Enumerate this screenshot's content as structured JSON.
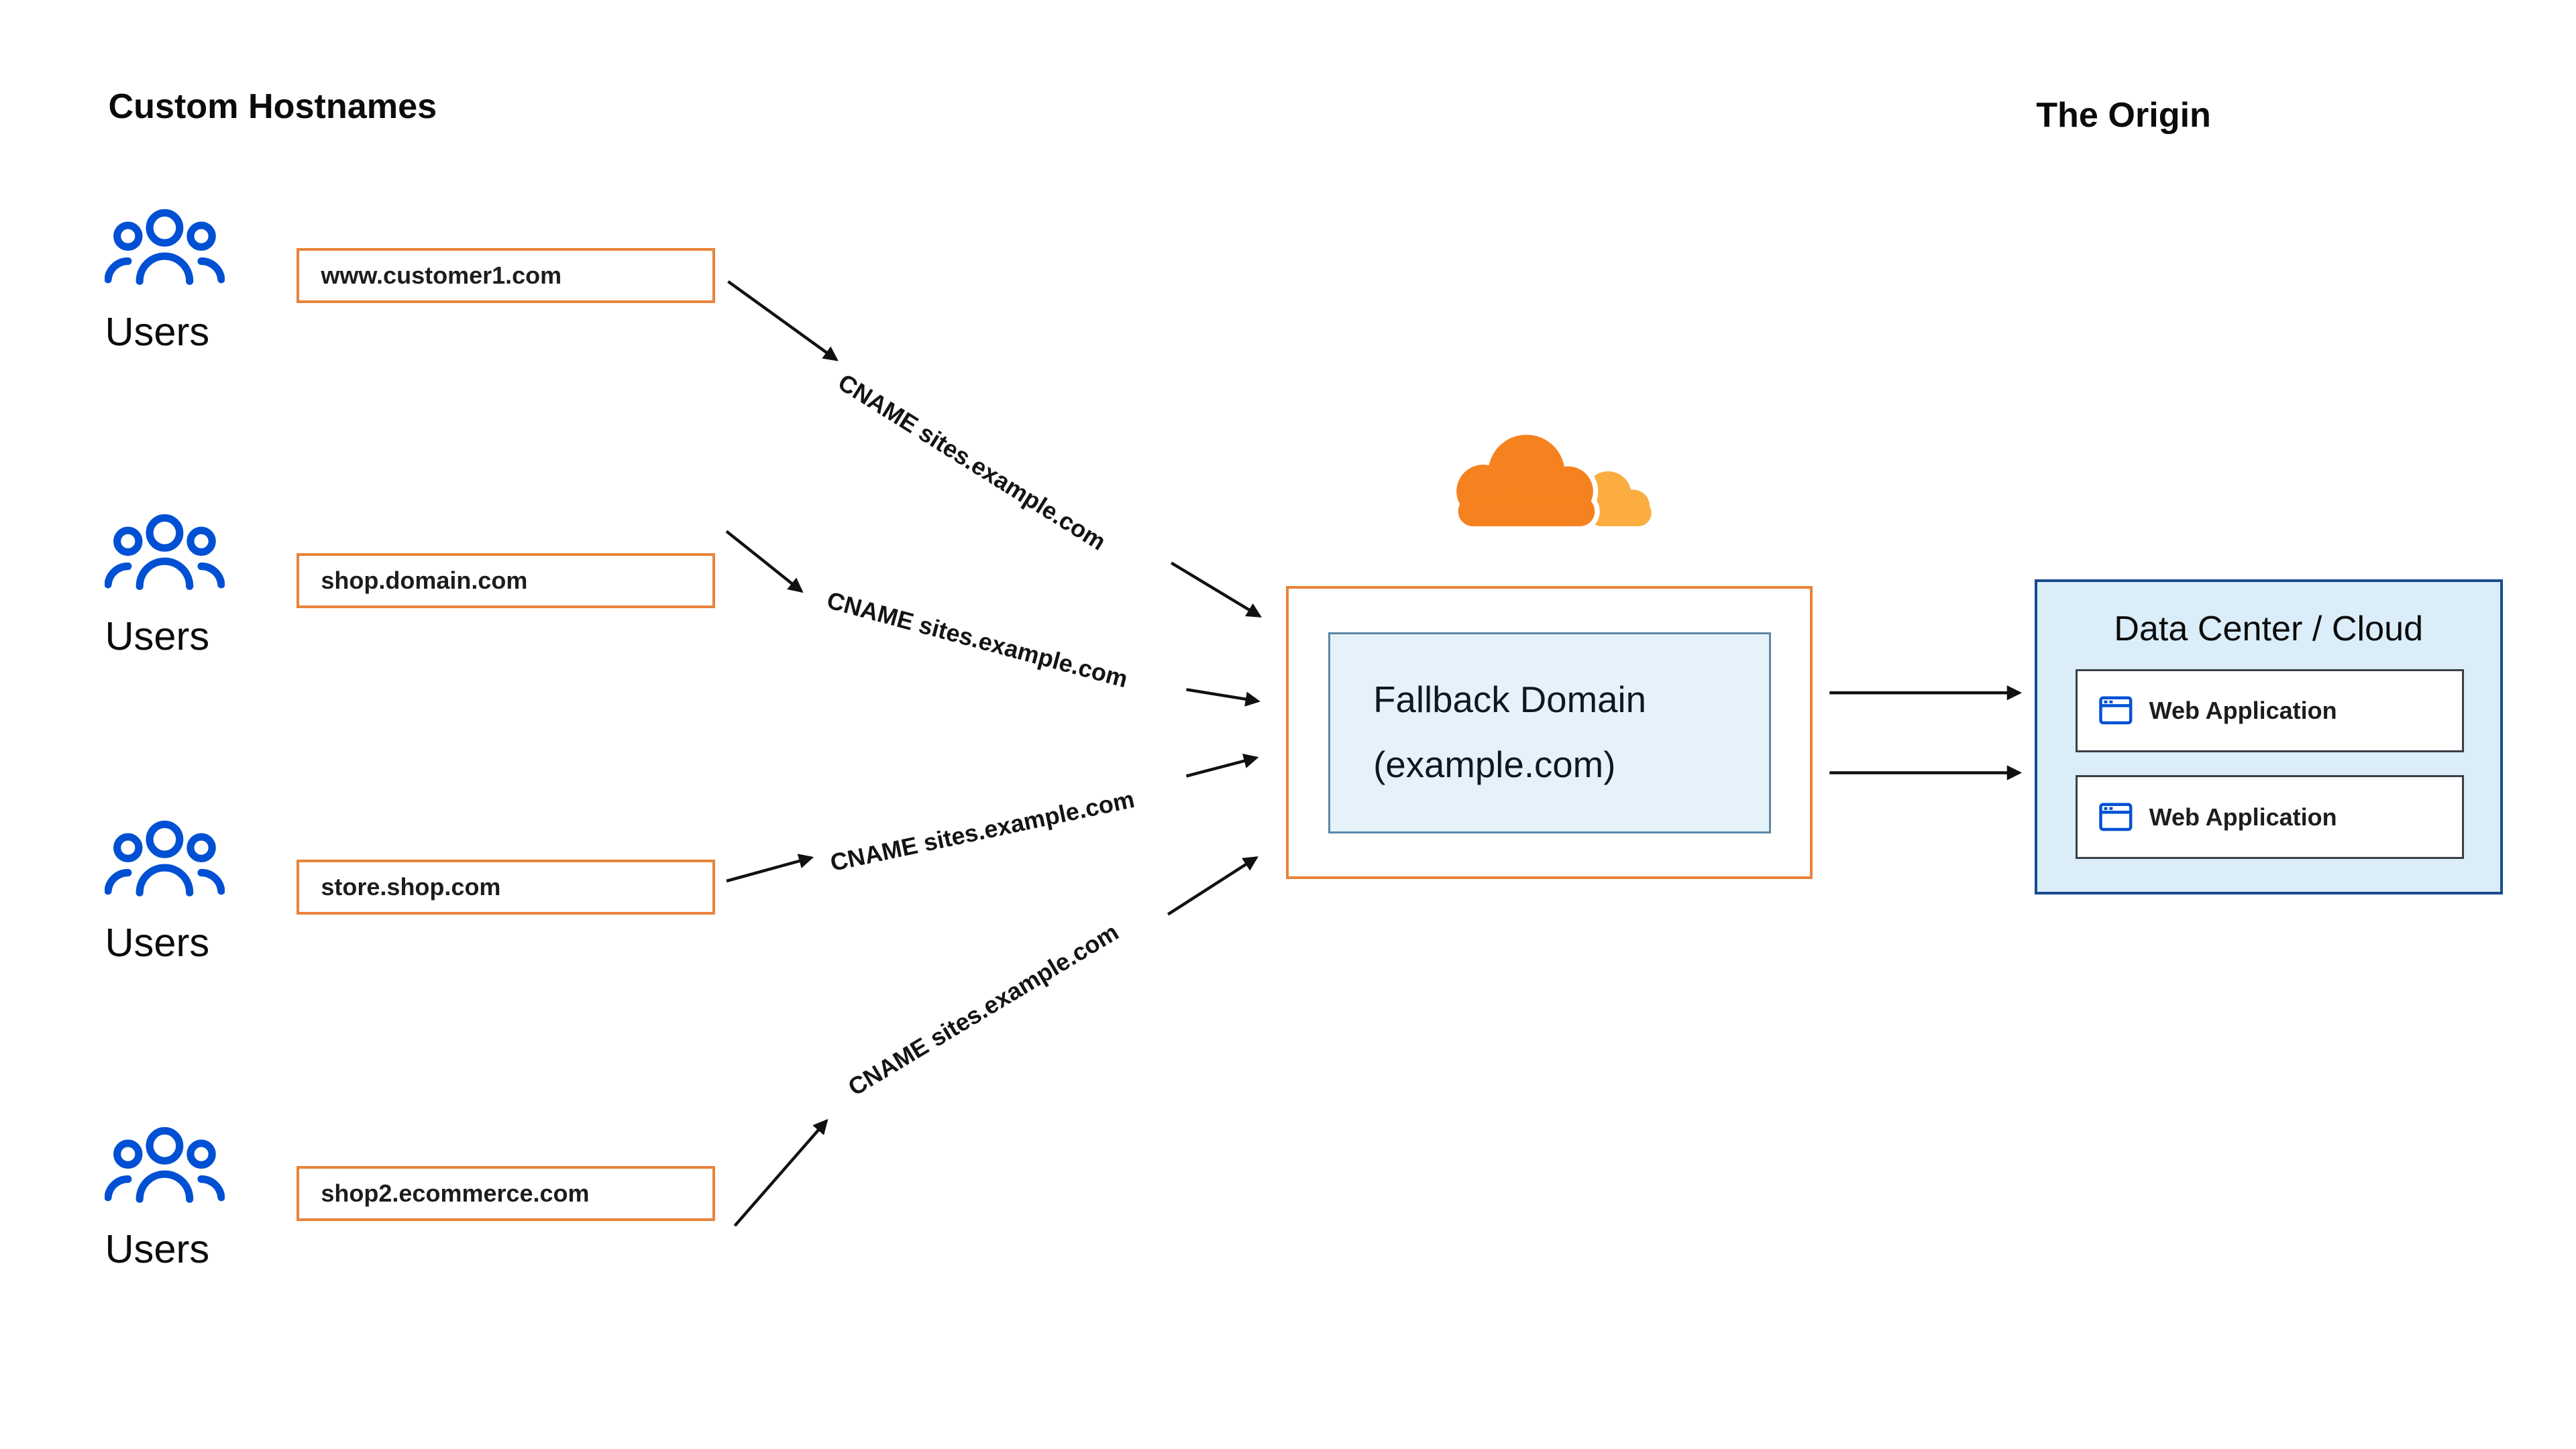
{
  "headings": {
    "left": "Custom Hostnames",
    "right": "The Origin"
  },
  "groups": [
    {
      "users_label": "Users",
      "hostname": "www.customer1.com",
      "cname": "CNAME sites.example.com"
    },
    {
      "users_label": "Users",
      "hostname": "shop.domain.com",
      "cname": "CNAME sites.example.com"
    },
    {
      "users_label": "Users",
      "hostname": "store.shop.com",
      "cname": "CNAME sites.example.com"
    },
    {
      "users_label": "Users",
      "hostname": "shop2.ecommerce.com",
      "cname": "CNAME sites.example.com"
    }
  ],
  "cloudflare": {
    "logo": "cloudflare-cloud"
  },
  "fallback": {
    "line1": "Fallback Domain",
    "line2": "(example.com)"
  },
  "origin": {
    "title": "Data Center / Cloud",
    "apps": [
      {
        "label": "Web Application"
      },
      {
        "label": "Web Application"
      }
    ]
  },
  "colors": {
    "cloudflare_orange": "#F6821F",
    "cloudflare_orange_light": "#FBAD41",
    "box_border_orange": "#E8833A",
    "icon_blue": "#0050D4",
    "fallback_fill": "#E6F2FA",
    "fallback_border": "#5B87A6",
    "origin_fill": "#DBEDF9",
    "origin_border": "#1A4B8F",
    "arrow": "#111111"
  }
}
